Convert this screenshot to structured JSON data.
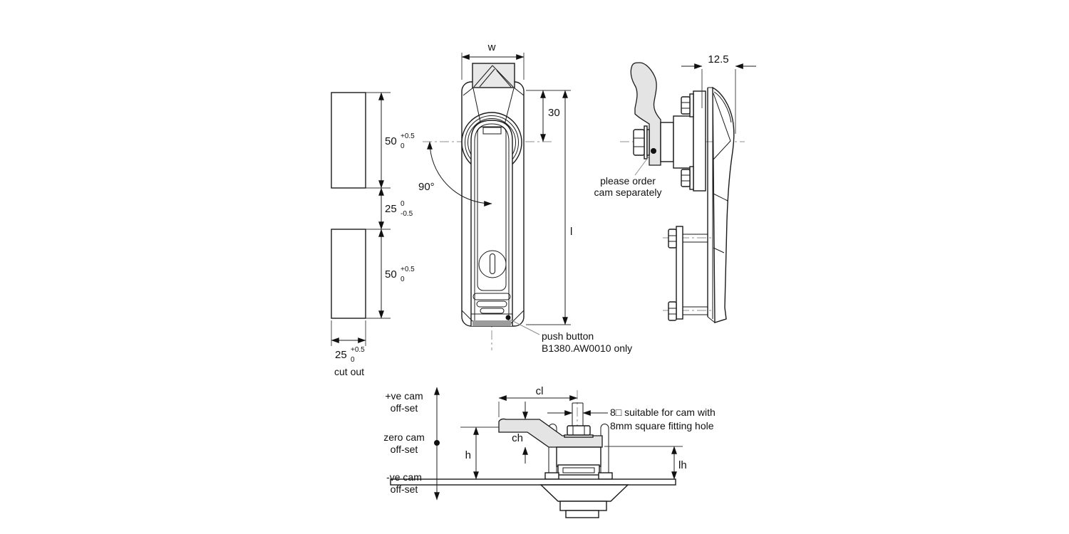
{
  "drawing": {
    "cutout": {
      "caption": "cut out",
      "dim_height_top": {
        "v": "50",
        "t1": "+0.5",
        "t2": "0"
      },
      "dim_gap": {
        "v": "25",
        "t1": "0",
        "t2": "-0.5"
      },
      "dim_height_bottom": {
        "v": "50",
        "t1": "+0.5",
        "t2": "0"
      },
      "dim_width": {
        "v": "25",
        "t1": "+0.5",
        "t2": "0"
      }
    },
    "front": {
      "dim_w": "w",
      "dim_30": "30",
      "dim_l": "l",
      "dim_angle": "90°",
      "note_push_1": "push button",
      "note_push_2": "B1380.AW0010 only"
    },
    "side": {
      "dim_depth": "12.5",
      "note_cam_1": "please order",
      "note_cam_2": "cam separately"
    },
    "section": {
      "dim_cl": "cl",
      "dim_ch": "ch",
      "dim_h": "h",
      "dim_lh": "lh",
      "offset_pos_1": "+ve cam",
      "offset_pos_2": "off-set",
      "offset_zero_1": "zero cam",
      "offset_zero_2": "off-set",
      "offset_neg_1": "-ve cam",
      "offset_neg_2": "off-set",
      "note_square_1": "8□ suitable for cam with",
      "note_square_2": "8mm square fitting hole"
    }
  }
}
